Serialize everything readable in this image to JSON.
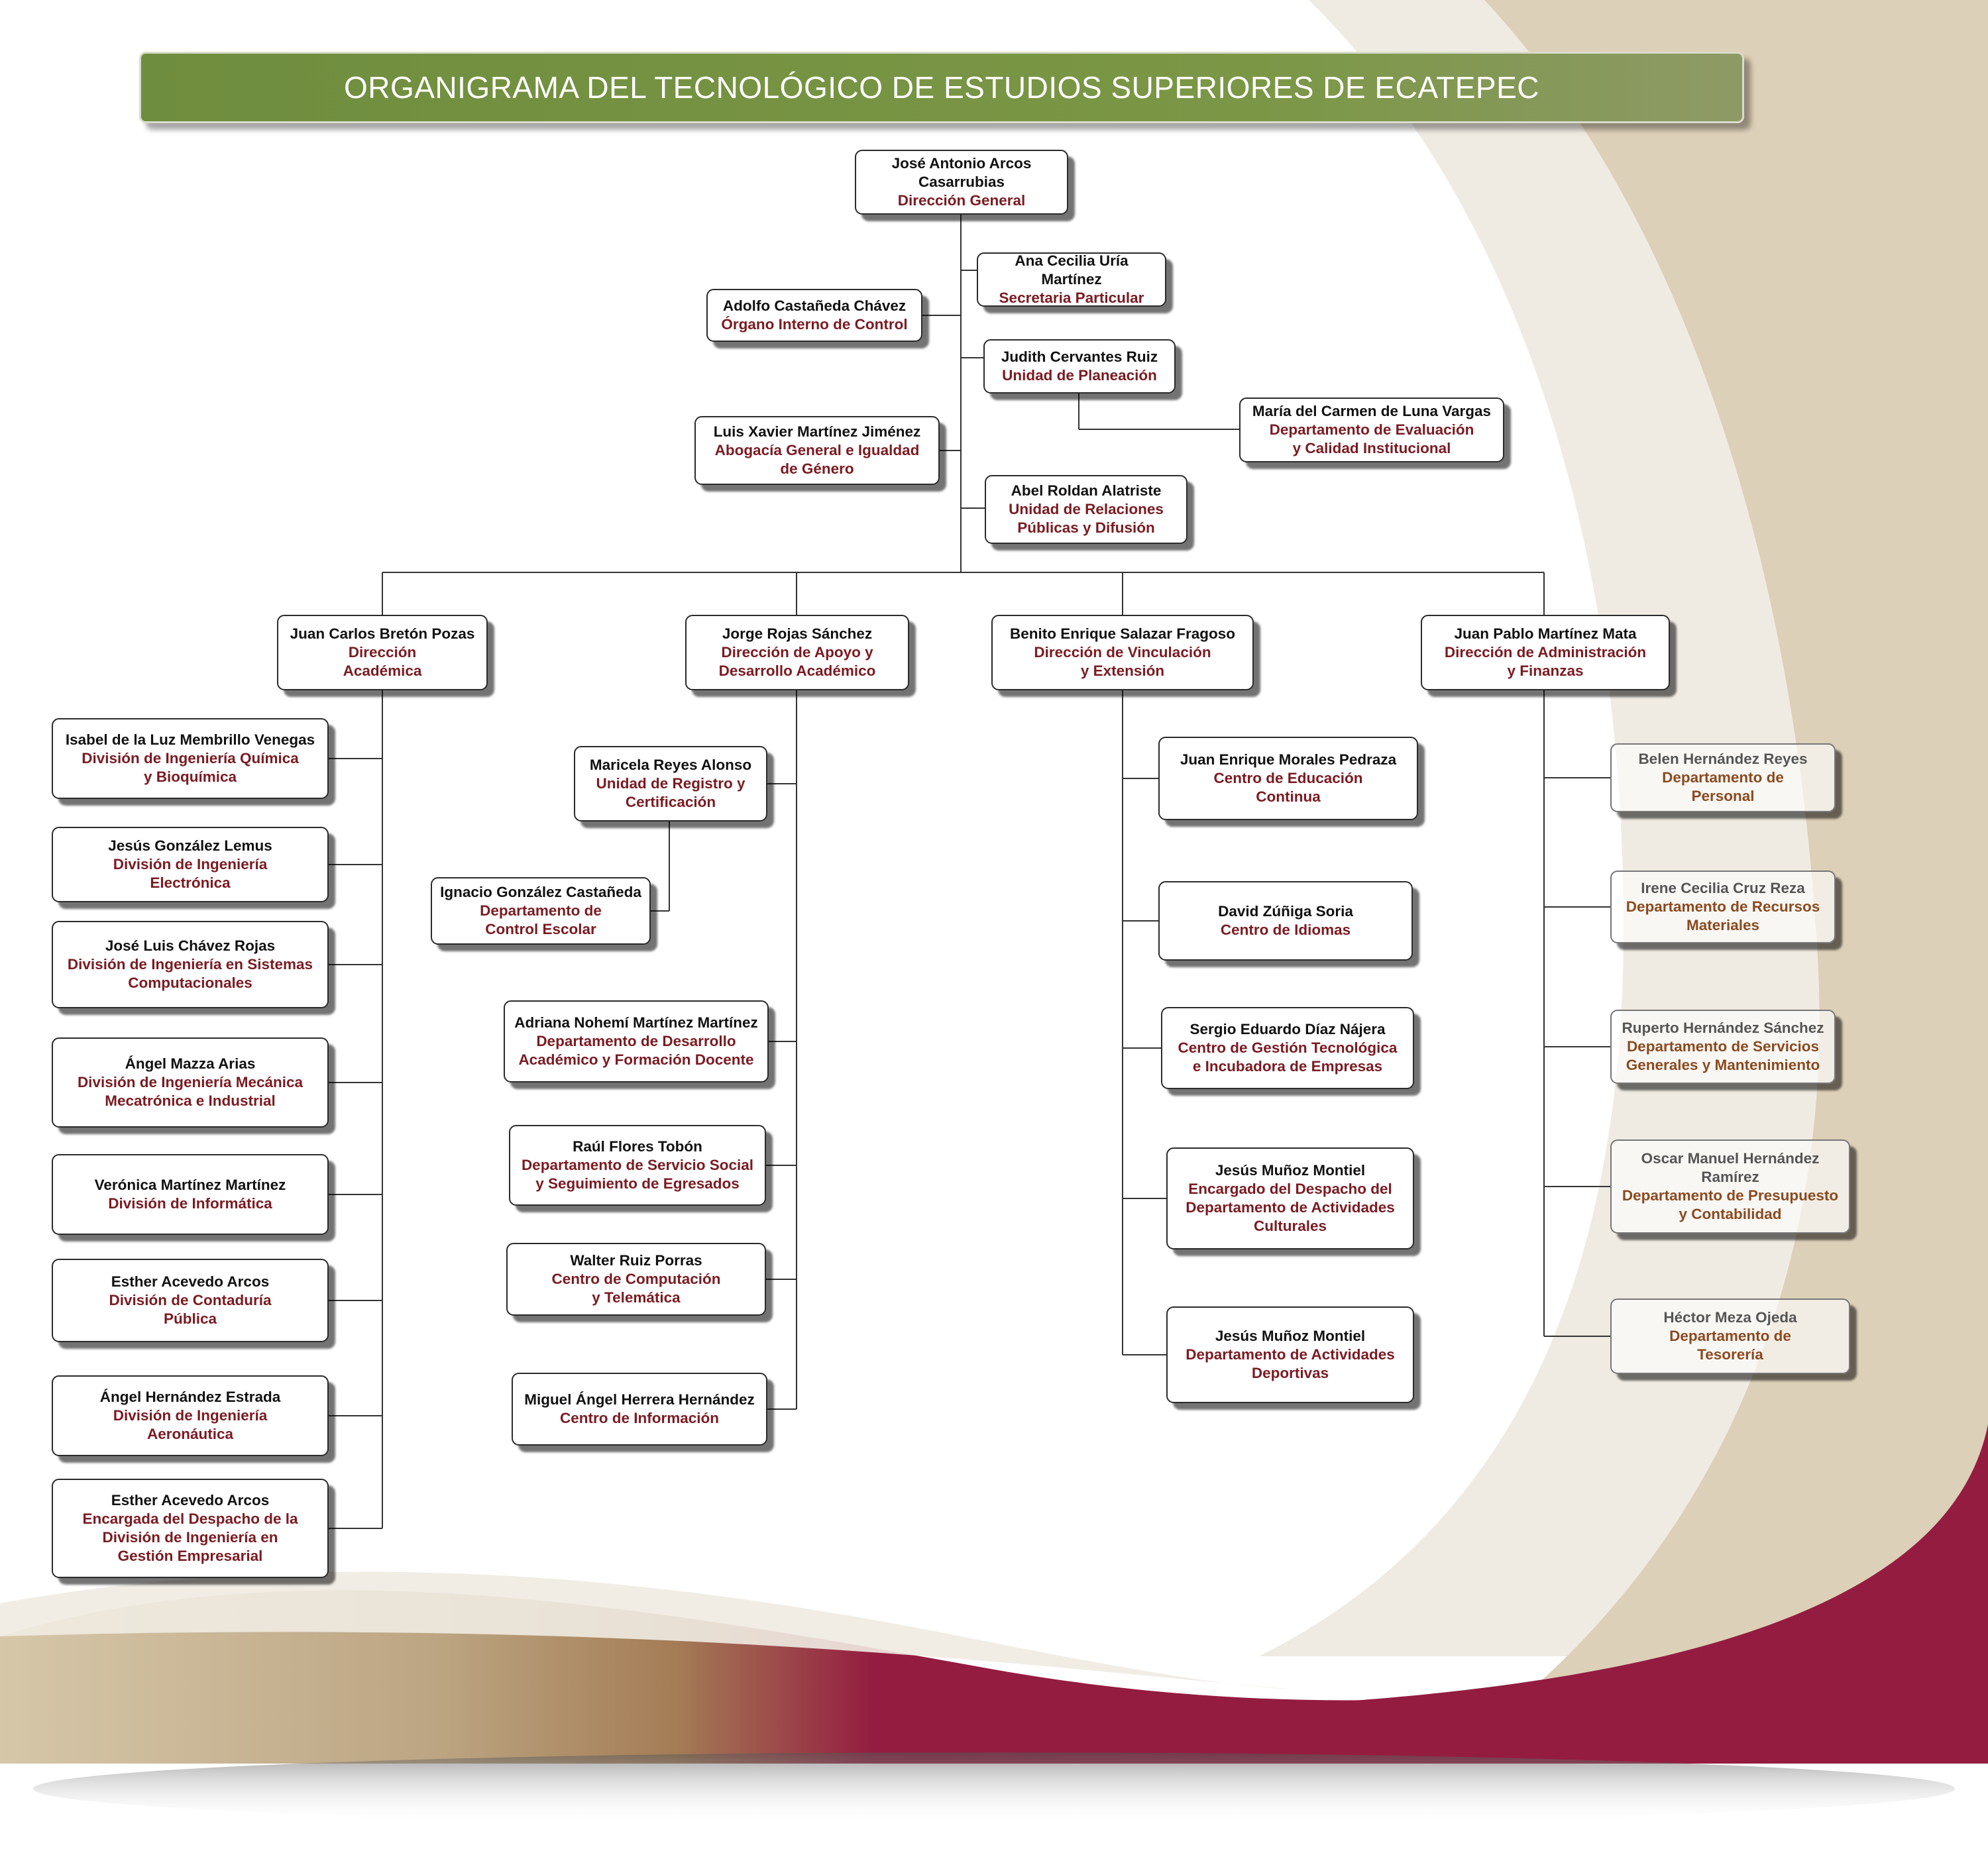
{
  "title": "ORGANIGRAMA DEL TECNOLÓGICO DE ESTUDIOS SUPERIORES DE ECATEPEC",
  "colors": {
    "title_bar": "#7b9746",
    "role_text": "#7a1b22",
    "name_text": "#111111",
    "wave_maroon": "#941c41",
    "wave_beige": "#ddd0b8",
    "wave_light": "#f0ebe2",
    "wave_gold": "#b0956c"
  },
  "nodes": [
    {
      "id": "dg",
      "name": "José Antonio Arcos\nCasarrubias",
      "role": "Dirección General"
    },
    {
      "id": "sp",
      "name": "Ana Cecilia Uría Martínez",
      "role": "Secretaria Particular"
    },
    {
      "id": "oic",
      "name": "Adolfo Castañeda Chávez",
      "role": "Órgano Interno de Control"
    },
    {
      "id": "up",
      "name": "Judith Cervantes Ruiz",
      "role": "Unidad de Planeación"
    },
    {
      "id": "dec",
      "name": "María del Carmen de Luna Vargas",
      "role": "Departamento de Evaluación\ny Calidad Institucional"
    },
    {
      "id": "ag",
      "name": "Luis Xavier Martínez Jiménez",
      "role": "Abogacía General e Igualdad\nde Género"
    },
    {
      "id": "urp",
      "name": "Abel Roldan Alatriste",
      "role": "Unidad de Relaciones\nPúblicas y Difusión"
    },
    {
      "id": "da",
      "name": "Juan Carlos Bretón Pozas",
      "role": "Dirección\nAcadémica"
    },
    {
      "id": "dada",
      "name": "Jorge Rojas Sánchez",
      "role": "Dirección de Apoyo y\nDesarrollo Académico"
    },
    {
      "id": "dve",
      "name": "Benito Enrique Salazar Fragoso",
      "role": "Dirección de Vinculación\ny Extensión"
    },
    {
      "id": "daf",
      "name": "Juan Pablo Martínez Mata",
      "role": "Dirección de Administración\ny Finanzas"
    },
    {
      "id": "a1",
      "name": "Isabel de la Luz Membrillo Venegas",
      "role": "División de Ingeniería Química\ny Bioquímica"
    },
    {
      "id": "a2",
      "name": "Jesús González Lemus",
      "role": "División de Ingeniería\nElectrónica"
    },
    {
      "id": "a3",
      "name": "José Luis Chávez Rojas",
      "role": "División de Ingeniería en Sistemas\nComputacionales"
    },
    {
      "id": "a4",
      "name": "Ángel Mazza Arias",
      "role": "División de Ingeniería Mecánica\nMecatrónica e Industrial"
    },
    {
      "id": "a5",
      "name": "Verónica Martínez Martínez",
      "role": "División de Informática"
    },
    {
      "id": "a6",
      "name": "Esther Acevedo Arcos",
      "role": "División de Contaduría\nPública"
    },
    {
      "id": "a7",
      "name": "Ángel Hernández Estrada",
      "role": "División de Ingeniería\nAeronáutica"
    },
    {
      "id": "a8",
      "name": "Esther Acevedo Arcos",
      "role": "Encargada del Despacho de la\nDivisión de Ingeniería en\nGestión Empresarial"
    },
    {
      "id": "b1",
      "name": "Maricela Reyes Alonso",
      "role": "Unidad de Registro y\nCertificación"
    },
    {
      "id": "b1a",
      "name": "Ignacio González Castañeda",
      "role": "Departamento de\nControl Escolar"
    },
    {
      "id": "b2",
      "name": "Adriana Nohemí Martínez Martínez",
      "role": "Departamento de Desarrollo\nAcadémico y Formación Docente"
    },
    {
      "id": "b3",
      "name": "Raúl Flores Tobón",
      "role": "Departamento de Servicio Social\ny Seguimiento de Egresados"
    },
    {
      "id": "b4",
      "name": "Walter Ruiz Porras",
      "role": "Centro de Computación\ny Telemática"
    },
    {
      "id": "b5",
      "name": "Miguel Ángel Herrera Hernández",
      "role": "Centro de Información"
    },
    {
      "id": "c1",
      "name": "Juan Enrique Morales Pedraza",
      "role": "Centro de Educación\nContinua"
    },
    {
      "id": "c2",
      "name": "David Zúñiga Soria",
      "role": "Centro de Idiomas"
    },
    {
      "id": "c3",
      "name": "Sergio Eduardo Díaz Nájera",
      "role": "Centro de Gestión Tecnológica\ne Incubadora de Empresas"
    },
    {
      "id": "c4",
      "name": "Jesús Muñoz Montiel",
      "role": "Encargado del Despacho del\nDepartamento de Actividades\nCulturales"
    },
    {
      "id": "c5",
      "name": "Jesús Muñoz Montiel",
      "role": "Departamento de Actividades\nDeportivas"
    },
    {
      "id": "d1",
      "name": "Belen Hernández Reyes",
      "role": "Departamento de\nPersonal"
    },
    {
      "id": "d2",
      "name": "Irene Cecilia Cruz Reza",
      "role": "Departamento de Recursos\nMateriales"
    },
    {
      "id": "d3",
      "name": "Ruperto Hernández Sánchez",
      "role": "Departamento de Servicios\nGenerales y Mantenimiento"
    },
    {
      "id": "d4",
      "name": "Oscar Manuel Hernández\nRamírez",
      "role": "Departamento de Presupuesto\ny Contabilidad"
    },
    {
      "id": "d5",
      "name": "Héctor Meza Ojeda",
      "role": "Departamento de\nTesorería"
    }
  ]
}
